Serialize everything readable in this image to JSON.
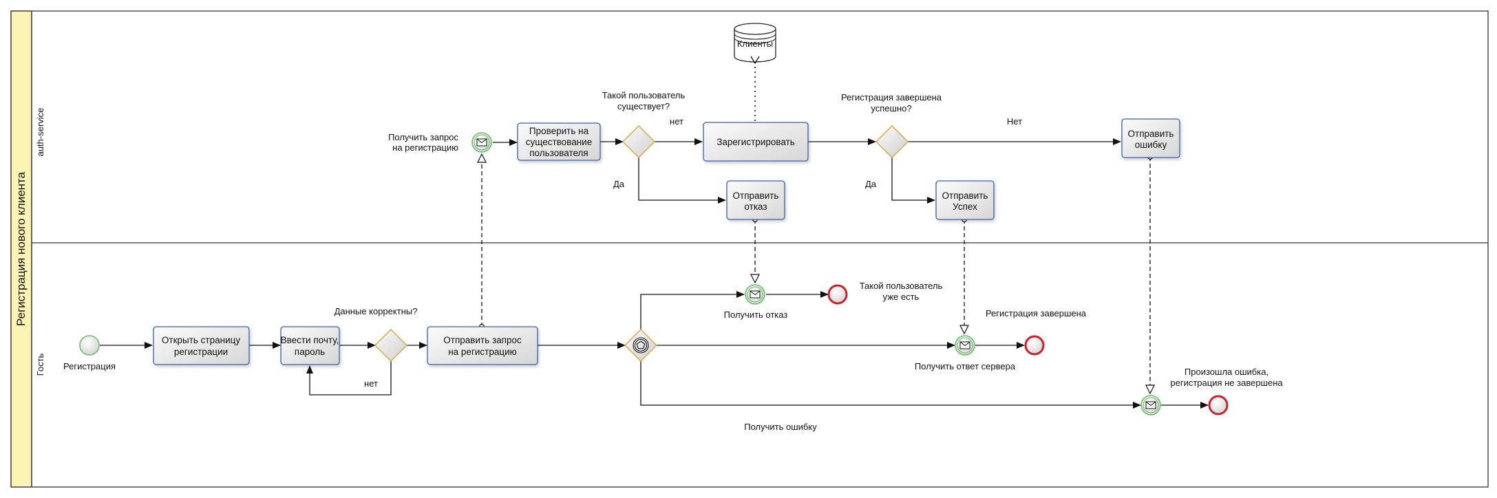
{
  "pool": {
    "label": "Регистрация нового клиента"
  },
  "lanes": {
    "auth": "auth-service",
    "guest": "Гость"
  },
  "datastore": {
    "label": "Клиенты"
  },
  "tasks": {
    "check_exists": [
      "Проверить на",
      "существование",
      "пользователя"
    ],
    "register": [
      "Зарегистрировать"
    ],
    "send_refusal": [
      "Отправить",
      "отказ"
    ],
    "send_success": [
      "Отправить",
      "Успех"
    ],
    "send_error": [
      "Отправить",
      "ошибку"
    ],
    "open_page": [
      "Открыть страницу",
      "регистрации"
    ],
    "enter_creds": [
      "Ввести почту,",
      "пароль"
    ],
    "send_request": [
      "Отправить запрос",
      "на регистрацию"
    ]
  },
  "labels": {
    "receive_request": [
      "Получить запрос",
      "на регистрацию"
    ],
    "gw_exists": [
      "Такой пользователь",
      "существует?"
    ],
    "no1": "нет",
    "yes1": "Да",
    "gw_success": [
      "Регистрация завершена",
      "успешно?"
    ],
    "no2": "Нет",
    "yes2": "Да",
    "start_event": "Регистрация",
    "gw_valid": "Данные корректны?",
    "no3": "нет",
    "receive_refusal": "Получить отказ",
    "end_exists": [
      "Такой пользователь",
      "уже есть"
    ],
    "end_done": "Регистрация завершена",
    "receive_server": "Получить ответ сервера",
    "end_error": [
      "Произошла ошибка,",
      "регистрация не завершена"
    ],
    "receive_error": "Получить ошибку"
  },
  "colors": {
    "pool_header": "#fdf3b4",
    "task_border": "#3a5fa8",
    "gateway_border": "#d9a441",
    "start_border": "#6bbf6b",
    "end_border": "#c8232c"
  }
}
